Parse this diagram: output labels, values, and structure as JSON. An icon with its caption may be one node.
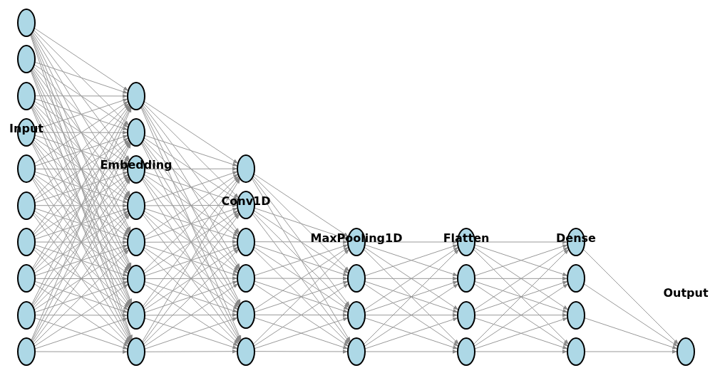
{
  "diagram": {
    "nodes": [
      {
        "text": [],
        "shape": "circle"
      },
      {
        "text": [],
        "shape": "circle"
      },
      {
        "text": [],
        "shape": "circle"
      },
      {
        "text": [],
        "shape": "circle"
      },
      {
        "text": [],
        "shape": "circle"
      },
      {
        "text": [],
        "shape": "circle"
      },
      {
        "text": [],
        "shape": "circle"
      },
      {
        "text": [],
        "shape": "circle"
      },
      {
        "text": [],
        "shape": "circle"
      },
      {
        "text": [],
        "shape": "circle"
      },
      {
        "text": [],
        "shape": "circle"
      },
      {
        "text": [],
        "shape": "circle"
      },
      {
        "text": [],
        "shape": "circle"
      },
      {
        "text": [],
        "shape": "circle"
      },
      {
        "text": [],
        "shape": "circle"
      },
      {
        "text": [],
        "shape": "circle"
      },
      {
        "text": [],
        "shape": "circle"
      },
      {
        "text": [],
        "shape": "circle"
      },
      {
        "text": [],
        "shape": "circle"
      },
      {
        "text": [],
        "shape": "circle"
      },
      {
        "text": [],
        "shape": "circle"
      },
      {
        "text": [],
        "shape": "circle"
      },
      {
        "text": [],
        "shape": "circle"
      },
      {
        "text": [],
        "shape": "circle"
      },
      {
        "text": [],
        "shape": "circle"
      },
      {
        "text": [],
        "shape": "circle"
      },
      {
        "text": [],
        "shape": "circle"
      },
      {
        "text": [],
        "shape": "circle"
      },
      {
        "text": [],
        "shape": "circle"
      },
      {
        "text": [],
        "shape": "circle"
      },
      {
        "text": [],
        "shape": "circle"
      },
      {
        "text": [],
        "shape": "circle"
      },
      {
        "text": [],
        "shape": "circle"
      },
      {
        "text": [],
        "shape": "circle"
      },
      {
        "text": [],
        "shape": "circle"
      },
      {
        "text": [],
        "shape": "circle"
      },
      {
        "text": [],
        "shape": "circle"
      }
    ],
    "edges": [
      {
        "from": 0,
        "to": 10,
        "arrow": "to"
      },
      {
        "from": 0,
        "to": 11,
        "arrow": "to"
      },
      {
        "from": 0,
        "to": 12,
        "arrow": "to"
      },
      {
        "from": 0,
        "to": 13,
        "arrow": "to"
      },
      {
        "from": 0,
        "to": 14,
        "arrow": "to"
      },
      {
        "from": 0,
        "to": 15,
        "arrow": "to"
      },
      {
        "from": 0,
        "to": 16,
        "arrow": "to"
      },
      {
        "from": 0,
        "to": 17,
        "arrow": "to"
      },
      {
        "from": 1,
        "to": 10,
        "arrow": "to"
      },
      {
        "from": 1,
        "to": 11,
        "arrow": "to"
      },
      {
        "from": 1,
        "to": 12,
        "arrow": "to"
      },
      {
        "from": 1,
        "to": 13,
        "arrow": "to"
      },
      {
        "from": 1,
        "to": 14,
        "arrow": "to"
      },
      {
        "from": 1,
        "to": 15,
        "arrow": "to"
      },
      {
        "from": 1,
        "to": 16,
        "arrow": "to"
      },
      {
        "from": 1,
        "to": 17,
        "arrow": "to"
      },
      {
        "from": 2,
        "to": 10,
        "arrow": "to"
      },
      {
        "from": 2,
        "to": 11,
        "arrow": "to"
      },
      {
        "from": 2,
        "to": 12,
        "arrow": "to"
      },
      {
        "from": 2,
        "to": 13,
        "arrow": "to"
      },
      {
        "from": 2,
        "to": 14,
        "arrow": "to"
      },
      {
        "from": 2,
        "to": 15,
        "arrow": "to"
      },
      {
        "from": 2,
        "to": 16,
        "arrow": "to"
      },
      {
        "from": 2,
        "to": 17,
        "arrow": "to"
      },
      {
        "from": 3,
        "to": 10,
        "arrow": "to"
      },
      {
        "from": 3,
        "to": 11,
        "arrow": "to"
      },
      {
        "from": 3,
        "to": 12,
        "arrow": "to"
      },
      {
        "from": 3,
        "to": 13,
        "arrow": "to"
      },
      {
        "from": 3,
        "to": 14,
        "arrow": "to"
      },
      {
        "from": 3,
        "to": 15,
        "arrow": "to"
      },
      {
        "from": 3,
        "to": 16,
        "arrow": "to"
      },
      {
        "from": 3,
        "to": 17,
        "arrow": "to"
      },
      {
        "from": 4,
        "to": 10,
        "arrow": "to"
      },
      {
        "from": 4,
        "to": 11,
        "arrow": "to"
      },
      {
        "from": 4,
        "to": 12,
        "arrow": "to"
      },
      {
        "from": 4,
        "to": 13,
        "arrow": "to"
      },
      {
        "from": 4,
        "to": 14,
        "arrow": "to"
      },
      {
        "from": 4,
        "to": 15,
        "arrow": "to"
      },
      {
        "from": 4,
        "to": 16,
        "arrow": "to"
      },
      {
        "from": 4,
        "to": 17,
        "arrow": "to"
      },
      {
        "from": 5,
        "to": 10,
        "arrow": "to"
      },
      {
        "from": 5,
        "to": 11,
        "arrow": "to"
      },
      {
        "from": 5,
        "to": 12,
        "arrow": "to"
      },
      {
        "from": 5,
        "to": 13,
        "arrow": "to"
      },
      {
        "from": 5,
        "to": 14,
        "arrow": "to"
      },
      {
        "from": 5,
        "to": 15,
        "arrow": "to"
      },
      {
        "from": 5,
        "to": 16,
        "arrow": "to"
      },
      {
        "from": 5,
        "to": 17,
        "arrow": "to"
      },
      {
        "from": 6,
        "to": 10,
        "arrow": "to"
      },
      {
        "from": 6,
        "to": 11,
        "arrow": "to"
      },
      {
        "from": 6,
        "to": 12,
        "arrow": "to"
      },
      {
        "from": 6,
        "to": 13,
        "arrow": "to"
      },
      {
        "from": 6,
        "to": 14,
        "arrow": "to"
      },
      {
        "from": 6,
        "to": 15,
        "arrow": "to"
      },
      {
        "from": 6,
        "to": 16,
        "arrow": "to"
      },
      {
        "from": 6,
        "to": 17,
        "arrow": "to"
      },
      {
        "from": 7,
        "to": 10,
        "arrow": "to"
      },
      {
        "from": 7,
        "to": 11,
        "arrow": "to"
      },
      {
        "from": 7,
        "to": 12,
        "arrow": "to"
      },
      {
        "from": 7,
        "to": 13,
        "arrow": "to"
      },
      {
        "from": 7,
        "to": 14,
        "arrow": "to"
      },
      {
        "from": 7,
        "to": 15,
        "arrow": "to"
      },
      {
        "from": 7,
        "to": 16,
        "arrow": "to"
      },
      {
        "from": 7,
        "to": 17,
        "arrow": "to"
      },
      {
        "from": 8,
        "to": 10,
        "arrow": "to"
      },
      {
        "from": 8,
        "to": 11,
        "arrow": "to"
      },
      {
        "from": 8,
        "to": 12,
        "arrow": "to"
      },
      {
        "from": 8,
        "to": 13,
        "arrow": "to"
      },
      {
        "from": 8,
        "to": 14,
        "arrow": "to"
      },
      {
        "from": 8,
        "to": 15,
        "arrow": "to"
      },
      {
        "from": 8,
        "to": 16,
        "arrow": "to"
      },
      {
        "from": 8,
        "to": 17,
        "arrow": "to"
      },
      {
        "from": 9,
        "to": 10,
        "arrow": "to"
      },
      {
        "from": 9,
        "to": 11,
        "arrow": "to"
      },
      {
        "from": 9,
        "to": 12,
        "arrow": "to"
      },
      {
        "from": 9,
        "to": 13,
        "arrow": "to"
      },
      {
        "from": 9,
        "to": 14,
        "arrow": "to"
      },
      {
        "from": 9,
        "to": 15,
        "arrow": "to"
      },
      {
        "from": 9,
        "to": 16,
        "arrow": "to"
      },
      {
        "from": 9,
        "to": 17,
        "arrow": "to"
      },
      {
        "from": 10,
        "to": 18,
        "arrow": "to"
      },
      {
        "from": 10,
        "to": 19,
        "arrow": "to"
      },
      {
        "from": 10,
        "to": 20,
        "arrow": "to"
      },
      {
        "from": 10,
        "to": 21,
        "arrow": "to"
      },
      {
        "from": 10,
        "to": 22,
        "arrow": "to"
      },
      {
        "from": 10,
        "to": 23,
        "arrow": "to"
      },
      {
        "from": 11,
        "to": 18,
        "arrow": "to"
      },
      {
        "from": 11,
        "to": 19,
        "arrow": "to"
      },
      {
        "from": 11,
        "to": 20,
        "arrow": "to"
      },
      {
        "from": 11,
        "to": 21,
        "arrow": "to"
      },
      {
        "from": 11,
        "to": 22,
        "arrow": "to"
      },
      {
        "from": 11,
        "to": 23,
        "arrow": "to"
      },
      {
        "from": 12,
        "to": 18,
        "arrow": "to"
      },
      {
        "from": 12,
        "to": 19,
        "arrow": "to"
      },
      {
        "from": 12,
        "to": 20,
        "arrow": "to"
      },
      {
        "from": 12,
        "to": 21,
        "arrow": "to"
      },
      {
        "from": 12,
        "to": 22,
        "arrow": "to"
      },
      {
        "from": 12,
        "to": 23,
        "arrow": "to"
      },
      {
        "from": 13,
        "to": 18,
        "arrow": "to"
      },
      {
        "from": 13,
        "to": 19,
        "arrow": "to"
      },
      {
        "from": 13,
        "to": 20,
        "arrow": "to"
      },
      {
        "from": 13,
        "to": 21,
        "arrow": "to"
      },
      {
        "from": 13,
        "to": 22,
        "arrow": "to"
      },
      {
        "from": 13,
        "to": 23,
        "arrow": "to"
      },
      {
        "from": 14,
        "to": 18,
        "arrow": "to"
      },
      {
        "from": 14,
        "to": 19,
        "arrow": "to"
      },
      {
        "from": 14,
        "to": 20,
        "arrow": "to"
      },
      {
        "from": 14,
        "to": 21,
        "arrow": "to"
      },
      {
        "from": 14,
        "to": 22,
        "arrow": "to"
      },
      {
        "from": 14,
        "to": 23,
        "arrow": "to"
      },
      {
        "from": 15,
        "to": 18,
        "arrow": "to"
      },
      {
        "from": 15,
        "to": 19,
        "arrow": "to"
      },
      {
        "from": 15,
        "to": 20,
        "arrow": "to"
      },
      {
        "from": 15,
        "to": 21,
        "arrow": "to"
      },
      {
        "from": 15,
        "to": 22,
        "arrow": "to"
      },
      {
        "from": 15,
        "to": 23,
        "arrow": "to"
      },
      {
        "from": 16,
        "to": 18,
        "arrow": "to"
      },
      {
        "from": 16,
        "to": 19,
        "arrow": "to"
      },
      {
        "from": 16,
        "to": 20,
        "arrow": "to"
      },
      {
        "from": 16,
        "to": 21,
        "arrow": "to"
      },
      {
        "from": 16,
        "to": 22,
        "arrow": "to"
      },
      {
        "from": 16,
        "to": 23,
        "arrow": "to"
      },
      {
        "from": 17,
        "to": 18,
        "arrow": "to"
      },
      {
        "from": 17,
        "to": 19,
        "arrow": "to"
      },
      {
        "from": 17,
        "to": 20,
        "arrow": "to"
      },
      {
        "from": 17,
        "to": 21,
        "arrow": "to"
      },
      {
        "from": 17,
        "to": 22,
        "arrow": "to"
      },
      {
        "from": 17,
        "to": 23,
        "arrow": "to"
      },
      {
        "from": 18,
        "to": 24,
        "arrow": "to"
      },
      {
        "from": 18,
        "to": 25,
        "arrow": "to"
      },
      {
        "from": 18,
        "to": 26,
        "arrow": "to"
      },
      {
        "from": 18,
        "to": 27,
        "arrow": "to"
      },
      {
        "from": 19,
        "to": 24,
        "arrow": "to"
      },
      {
        "from": 19,
        "to": 25,
        "arrow": "to"
      },
      {
        "from": 19,
        "to": 26,
        "arrow": "to"
      },
      {
        "from": 19,
        "to": 27,
        "arrow": "to"
      },
      {
        "from": 20,
        "to": 24,
        "arrow": "to"
      },
      {
        "from": 20,
        "to": 25,
        "arrow": "to"
      },
      {
        "from": 20,
        "to": 26,
        "arrow": "to"
      },
      {
        "from": 20,
        "to": 27,
        "arrow": "to"
      },
      {
        "from": 21,
        "to": 24,
        "arrow": "to"
      },
      {
        "from": 21,
        "to": 25,
        "arrow": "to"
      },
      {
        "from": 21,
        "to": 26,
        "arrow": "to"
      },
      {
        "from": 21,
        "to": 27,
        "arrow": "to"
      },
      {
        "from": 22,
        "to": 24,
        "arrow": "to"
      },
      {
        "from": 22,
        "to": 25,
        "arrow": "to"
      },
      {
        "from": 22,
        "to": 26,
        "arrow": "to"
      },
      {
        "from": 22,
        "to": 27,
        "arrow": "to"
      },
      {
        "from": 23,
        "to": 24,
        "arrow": "to"
      },
      {
        "from": 23,
        "to": 25,
        "arrow": "to"
      },
      {
        "from": 23,
        "to": 26,
        "arrow": "to"
      },
      {
        "from": 23,
        "to": 27,
        "arrow": "to"
      },
      {
        "from": 24,
        "to": 28,
        "arrow": "to"
      },
      {
        "from": 24,
        "to": 29,
        "arrow": "to"
      },
      {
        "from": 24,
        "to": 30,
        "arrow": "to"
      },
      {
        "from": 24,
        "to": 31,
        "arrow": "to"
      },
      {
        "from": 25,
        "to": 28,
        "arrow": "to"
      },
      {
        "from": 25,
        "to": 29,
        "arrow": "to"
      },
      {
        "from": 25,
        "to": 30,
        "arrow": "to"
      },
      {
        "from": 25,
        "to": 31,
        "arrow": "to"
      },
      {
        "from": 26,
        "to": 28,
        "arrow": "to"
      },
      {
        "from": 26,
        "to": 29,
        "arrow": "to"
      },
      {
        "from": 26,
        "to": 30,
        "arrow": "to"
      },
      {
        "from": 26,
        "to": 31,
        "arrow": "to"
      },
      {
        "from": 27,
        "to": 28,
        "arrow": "to"
      },
      {
        "from": 27,
        "to": 29,
        "arrow": "to"
      },
      {
        "from": 27,
        "to": 30,
        "arrow": "to"
      },
      {
        "from": 27,
        "to": 31,
        "arrow": "to"
      },
      {
        "from": 28,
        "to": 32,
        "arrow": "to"
      },
      {
        "from": 28,
        "to": 33,
        "arrow": "to"
      },
      {
        "from": 28,
        "to": 34,
        "arrow": "to"
      },
      {
        "from": 28,
        "to": 35,
        "arrow": "to"
      },
      {
        "from": 29,
        "to": 32,
        "arrow": "to"
      },
      {
        "from": 29,
        "to": 33,
        "arrow": "to"
      },
      {
        "from": 29,
        "to": 34,
        "arrow": "to"
      },
      {
        "from": 29,
        "to": 35,
        "arrow": "to"
      },
      {
        "from": 30,
        "to": 32,
        "arrow": "to"
      },
      {
        "from": 30,
        "to": 33,
        "arrow": "to"
      },
      {
        "from": 30,
        "to": 34,
        "arrow": "to"
      },
      {
        "from": 30,
        "to": 35,
        "arrow": "to"
      },
      {
        "from": 31,
        "to": 32,
        "arrow": "to"
      },
      {
        "from": 31,
        "to": 33,
        "arrow": "to"
      },
      {
        "from": 31,
        "to": 34,
        "arrow": "to"
      },
      {
        "from": 31,
        "to": 35,
        "arrow": "to"
      },
      {
        "from": 32,
        "to": 36,
        "arrow": "to"
      },
      {
        "from": 33,
        "to": 36,
        "arrow": "to"
      },
      {
        "from": 34,
        "to": 36,
        "arrow": "to"
      },
      {
        "from": 35,
        "to": 36,
        "arrow": "to"
      }
    ],
    "labels": [
      "Input",
      "Embedding",
      "Conv1D",
      "MaxPooling1D",
      "Flatten",
      "Dense",
      "Output"
    ]
  }
}
